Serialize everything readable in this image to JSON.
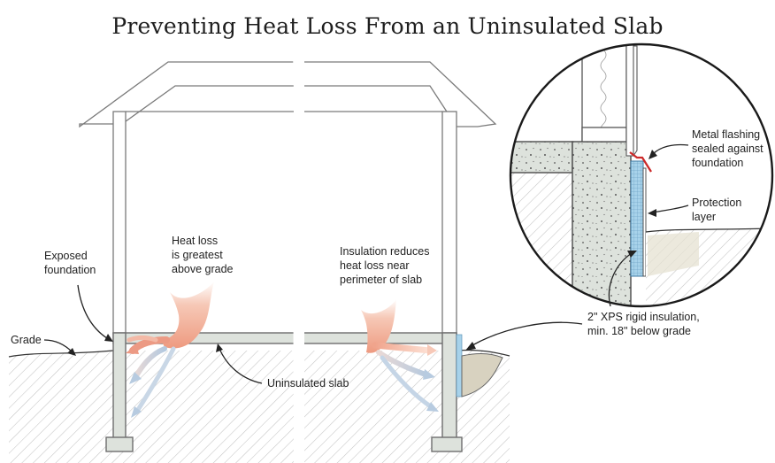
{
  "title": "Preventing Heat Loss From an Uninsulated Slab",
  "labels": {
    "exposed_foundation": [
      "Exposed",
      "foundation"
    ],
    "grade": [
      "Grade"
    ],
    "heat_loss": [
      "Heat loss",
      "is greatest",
      "above grade"
    ],
    "uninsulated_slab": [
      "Uninsulated slab"
    ],
    "insulation_reduces": [
      "Insulation reduces",
      "heat loss near",
      "perimeter of slab"
    ],
    "metal_flashing": [
      "Metal flashing",
      "sealed against",
      "foundation"
    ],
    "protection_layer": [
      "Protection",
      "layer"
    ],
    "xps": [
      "2\" XPS rigid insulation,",
      "min. 18\" below grade"
    ]
  },
  "colors": {
    "concrete": "#dde2dc",
    "hatch": "#c4c4c4",
    "heat_arrow": "#f2a990",
    "cool_arrow": "#b7cbe0",
    "insulation": "#a7d2ea",
    "flashing": "#cc2a2a",
    "soil": "#d8d2c0"
  }
}
